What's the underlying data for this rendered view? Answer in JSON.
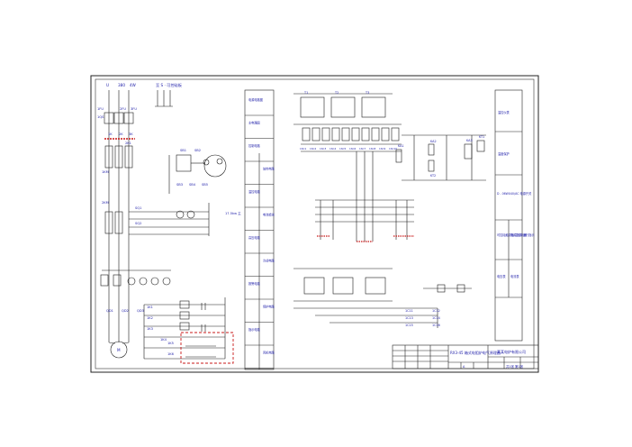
{
  "colors": {
    "line": "#1a1a1a",
    "label": "#1c1ca8",
    "highlight": "#c81818",
    "frame": "#222222"
  },
  "left_panel": {
    "source_labels": [
      "U",
      "380",
      "4W"
    ],
    "top_note": "至 S · 可控硅板",
    "breaker_labels": [
      "1QS",
      "1FU",
      "2FU",
      "3FU"
    ],
    "contactor_labels": [
      "1K",
      "2K",
      "3K",
      "2K1",
      "1KM",
      "2KM"
    ],
    "control_labels": [
      "SB1",
      "SB2",
      "SB3",
      "SB4",
      "SB5",
      "SQ1",
      "SQ2",
      "QD1",
      "QD2",
      "QD3"
    ],
    "motor_label": "M",
    "branch_labels": [
      "1K1",
      "1K2",
      "1K3",
      "1K4",
      "1K5",
      "1K6"
    ],
    "side_note": "17.5kw 主"
  },
  "middle_column": {
    "cells": [
      "电源电路图",
      "主电路图",
      "控制电路",
      "加热电路",
      "温控电路",
      "电流检测",
      "高压电路",
      "冷却电路",
      "报警电路",
      "保护电路",
      "指示电路",
      "风机电路"
    ]
  },
  "right_panel": {
    "bus_labels": [
      "T1",
      "T2",
      "T3"
    ],
    "module_labels": [
      "1SC1",
      "1SC2",
      "1SC3",
      "1SC4",
      "1SC5",
      "1SC6",
      "1SC7",
      "1SC8",
      "1SC9",
      "1SC10"
    ],
    "relay_labels": [
      "KA1",
      "KA2",
      "KA3",
      "KT1",
      "KT2"
    ],
    "terminal_labels": [
      "1C11",
      "1C12",
      "1C13",
      "1C14",
      "1C15",
      "1C16"
    ]
  },
  "side_table": {
    "cells": [
      "温控仪表",
      "温度保护",
      "D - 06WX40/AC 电源开关",
      "可控硅触发板 主控制器",
      "电源指示 运行指示",
      "电压表",
      "电流表"
    ]
  },
  "title_block": {
    "drawing_title": "RX3-45 箱式电阻炉电气原理图",
    "company": "某某电炉有限公司",
    "sheet": "共1张 第1张",
    "revision": "A"
  }
}
